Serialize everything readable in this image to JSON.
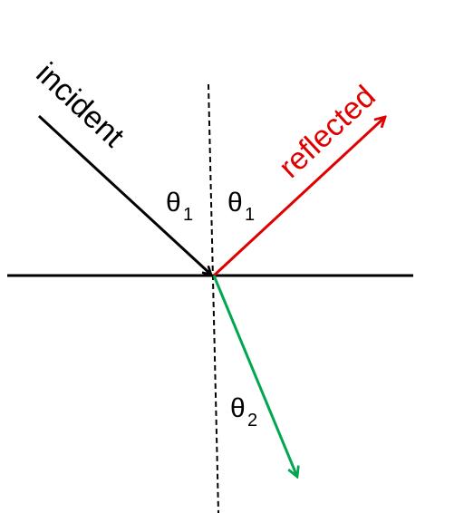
{
  "labels": {
    "incident": "incident",
    "reflected": "reflected",
    "theta": "θ",
    "theta1_left_sub": "1",
    "theta1_right_sub": "1",
    "theta2_sub": "2"
  },
  "colors": {
    "incident": "#000000",
    "reflected": "#e00000",
    "refracted": "#00a650",
    "interface": "#000000",
    "normal": "#000000"
  }
}
